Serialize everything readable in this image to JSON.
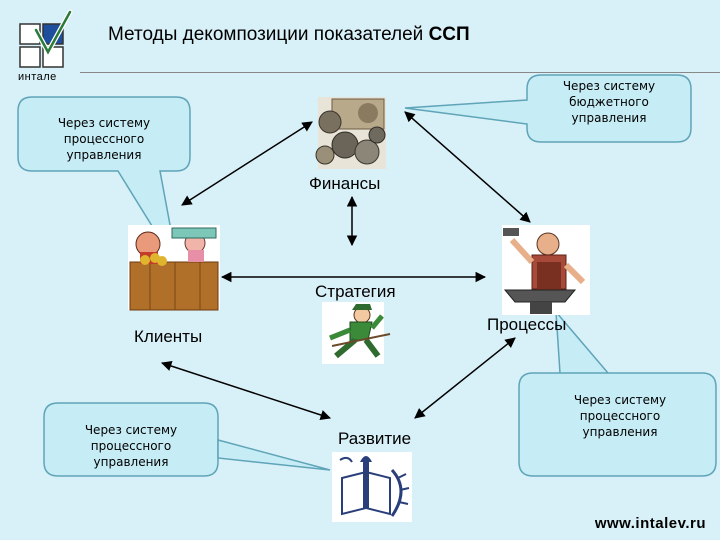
{
  "slide": {
    "title_main": "Методы декомпозиции показателей ",
    "title_bold": "ССП",
    "logo_text": "интале",
    "footer_url": "www.intalev.ru"
  },
  "nodes": {
    "finance": "Финансы",
    "strategy": "Стратегия",
    "clients": "Клиенты",
    "processes": "Процессы",
    "development": "Развитие"
  },
  "callouts": {
    "top_left": [
      "Через систему",
      "процессного",
      "управления"
    ],
    "top_right": [
      "Через систему",
      "бюджетного",
      "управления"
    ],
    "bottom_left": [
      "Через систему",
      "процессного",
      "управления"
    ],
    "bottom_right": [
      "Через систему",
      "процессного",
      "управления"
    ]
  },
  "colors": {
    "background": "#d8f0f7",
    "callout_fill": "#c6ecf5",
    "callout_stroke": "#5fa4b8"
  }
}
